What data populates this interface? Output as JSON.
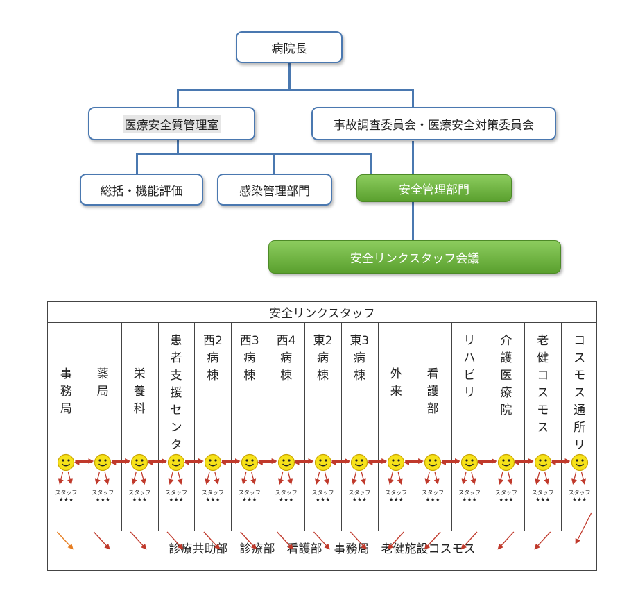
{
  "top": {
    "director": "病院長",
    "quality_office": "医療安全質管理室",
    "committee": "事故調査委員会・医療安全対策委員会",
    "general": "総括・機能評価",
    "infection": "感染管理部門",
    "safety_dept": "安全管理部門",
    "link_meeting": "安全リンクスタッフ会議"
  },
  "table": {
    "title": "安全リンクスタッフ",
    "departments": [
      "事務局",
      "薬局",
      "栄養科",
      "患者支援センター",
      "西2病棟",
      "西3病棟",
      "西4病棟",
      "東2病棟",
      "東3病棟",
      "外来",
      "看護部",
      "リハビリ",
      "介護医療院",
      "老健コスモス",
      "コスモス通所リハ"
    ],
    "staff_label": "スタッフ",
    "staff_stars": "★★★",
    "footer": "診療共助部　診療部　看護部　事務局　老健施設コスモス"
  },
  "colors": {
    "box_border": "#4a78b0",
    "green": "#6db33f",
    "smiley": "#f6e21a",
    "arrow": "#c0392b",
    "orange_arrow": "#e67e22"
  }
}
